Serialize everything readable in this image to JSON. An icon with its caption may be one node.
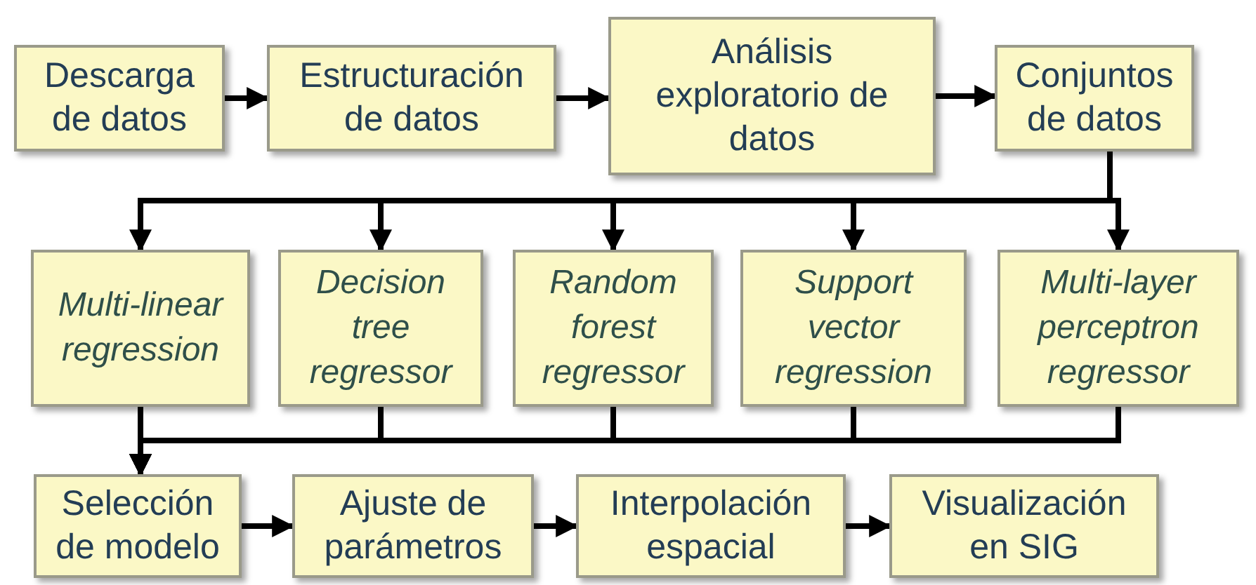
{
  "diagram": {
    "nodes": [
      {
        "text": [
          "Descarga de datos"
        ]
      },
      {
        "text": [
          "Estructuración de datos"
        ]
      },
      {
        "text": [
          "Análisis exploratorio de datos"
        ]
      },
      {
        "text": [
          "Conjuntos de datos"
        ]
      },
      {
        "text": [
          "Multi-linear regression"
        ]
      },
      {
        "text": [
          "Decision tree regressor"
        ]
      },
      {
        "text": [
          "Random forest regressor"
        ]
      },
      {
        "text": [
          "Support vector regression"
        ]
      },
      {
        "text": [
          "Multi-layer perceptron regressor"
        ]
      },
      {
        "text": [
          "Selección de modelo"
        ]
      },
      {
        "text": [
          "Ajuste de parámetros"
        ]
      },
      {
        "text": [
          "Interpolación espacial"
        ]
      },
      {
        "text": [
          "Visualización en SIG"
        ]
      }
    ],
    "edges": [
      {
        "from": 0,
        "to": 1,
        "arrow": "to"
      },
      {
        "from": 1,
        "to": 2,
        "arrow": "to"
      },
      {
        "from": 2,
        "to": 3,
        "arrow": "to"
      },
      {
        "from": 3,
        "to": 4,
        "arrow": "to"
      },
      {
        "from": 3,
        "to": 5,
        "arrow": "to"
      },
      {
        "from": 3,
        "to": 6,
        "arrow": "to"
      },
      {
        "from": 3,
        "to": 7,
        "arrow": "to"
      },
      {
        "from": 3,
        "to": 8,
        "arrow": "to"
      },
      {
        "from": 4,
        "to": 9,
        "arrow": "to"
      },
      {
        "from": 5,
        "to": 9,
        "arrow": "to"
      },
      {
        "from": 6,
        "to": 9,
        "arrow": "to"
      },
      {
        "from": 7,
        "to": 9,
        "arrow": "to"
      },
      {
        "from": 8,
        "to": 9,
        "arrow": "to"
      },
      {
        "from": 9,
        "to": 10,
        "arrow": "to"
      },
      {
        "from": 10,
        "to": 11,
        "arrow": "to"
      },
      {
        "from": 11,
        "to": 12,
        "arrow": "to"
      }
    ]
  }
}
